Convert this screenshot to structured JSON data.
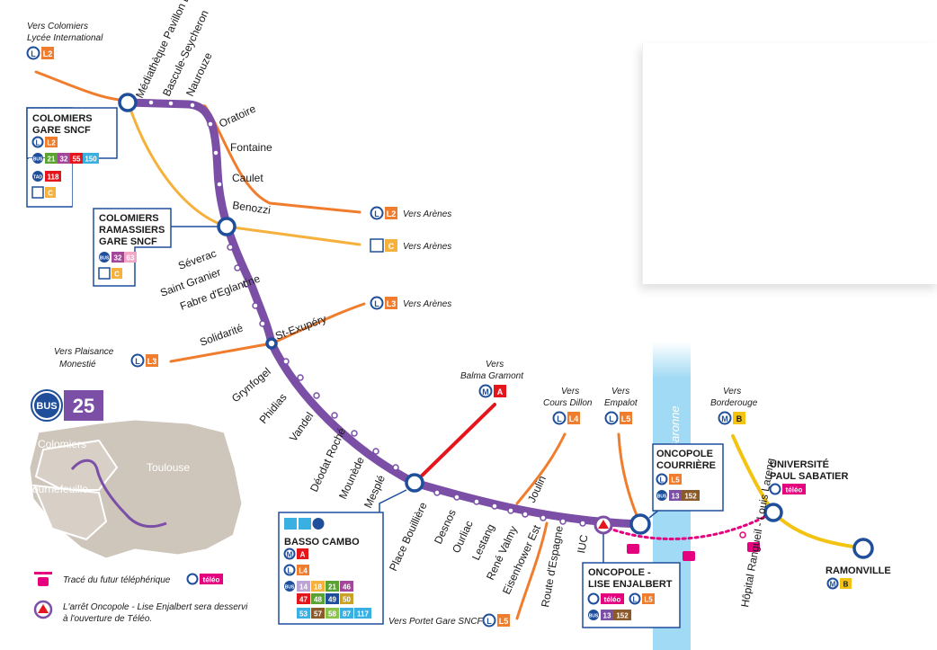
{
  "route": {
    "mode": "BUS",
    "number": "25"
  },
  "colors": {
    "route": "#7b4fa6",
    "l2": "#f07d2d",
    "tram": "#f5b13b",
    "metro_a": "#e4161c",
    "metro_b": "#f3c312",
    "teleo": "#e5007e",
    "garonne": "#8fd3f2"
  },
  "stops": [
    "Médiathèque Pavillon Blanc",
    "Bascule-Seycheron",
    "Naurouze",
    "Oratoire",
    "Fontaine",
    "Caulet",
    "Benozzi",
    "Séverac",
    "Saint Granier",
    "Fabre d'Eglantine",
    "Solidarité",
    "St-Exupéry",
    "Grynfogel",
    "Phidias",
    "Vandel",
    "Déodat Roché",
    "Mounède",
    "Mesplé",
    "Place Bouillière",
    "Desnos",
    "Ourliac",
    "Lestang",
    "René Valmy",
    "Eisenhower Est",
    "Joulin",
    "Route d'Espagne",
    "IUC",
    "Hôpital Rangueil - Louis Lareng"
  ],
  "terminals": {
    "colomiers": [
      "COLOMIERS",
      "GARE SNCF"
    ],
    "ramassiers": [
      "COLOMIERS",
      "RAMASSIERS",
      "GARE SNCF"
    ],
    "basso": "BASSO CAMBO",
    "courriere": [
      "ONCOPOLE",
      "COURRIÈRE"
    ],
    "enjalbert": [
      "ONCOPOLE -",
      "LISE ENJALBERT"
    ],
    "ups": [
      "UNIVERSITÉ",
      "PAUL SABATIER"
    ],
    "ramonville": "RAMONVILLE"
  },
  "badges": {
    "L": "L",
    "M": "M",
    "L2": "L2",
    "L3": "L3",
    "L4": "L4",
    "L5": "L5",
    "C": "C",
    "A": "A",
    "B": "B",
    "bus": "BUS",
    "tad": "TAD",
    "teleo": "téléo",
    "bus_colomiers": [
      "21",
      "32",
      "55",
      "150"
    ],
    "tad_colomiers": "118",
    "bus_ramassiers": [
      "32",
      "63"
    ],
    "bus_basso": [
      "14",
      "18",
      "21",
      "46",
      "47",
      "48",
      "49",
      "50",
      "53",
      "57",
      "58",
      "87",
      "117"
    ],
    "bus_oncopole": [
      "13",
      "152"
    ]
  },
  "directions": {
    "colomiers_lycee": [
      "Vers Colomiers",
      "Lycée International"
    ],
    "arenes": "Vers Arènes",
    "plaisance": [
      "Vers Plaisance",
      "Monestié"
    ],
    "balma": [
      "Vers",
      "Balma Gramont"
    ],
    "cours_dillon": [
      "Vers",
      "Cours Dillon"
    ],
    "empalot": [
      "Vers",
      "Empalot"
    ],
    "borderouge": [
      "Vers",
      "Borderouge"
    ],
    "portet": "Vers Portet Gare SNCF"
  },
  "river": "La Garonne",
  "inset": {
    "colomiers": "Colomiers",
    "tournefeuille": "Tournefeuille",
    "toulouse": "Toulouse"
  },
  "legend": {
    "teleo_text": "Tracé du futur téléphérique",
    "enjalbert_note": [
      "L'arrêt Oncopole - Lise Enjalbert sera desservi",
      "à l'ouverture de Téléo."
    ]
  }
}
